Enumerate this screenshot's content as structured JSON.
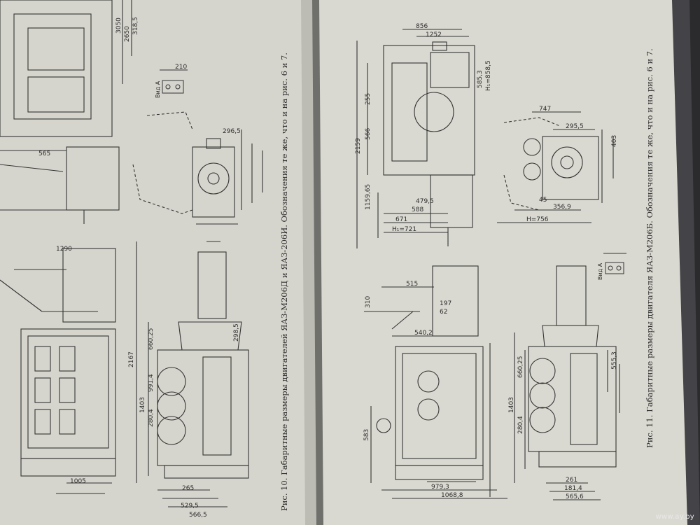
{
  "left_page": {
    "caption": "Рис. 10. Габаритные размеры двигателей ЯАЗ-М206Д и ЯАЗ-206И. Обозначения те же, что и на рис. 6 и 7.",
    "view_label": "Вид А",
    "labels": {
      "a1": "3050",
      "a2": "2650",
      "a3": "318,5",
      "b1": "565",
      "b2": "2167",
      "b3": "1403",
      "b4": "991,4",
      "b5": "660,25",
      "b6": "280,4",
      "b7": "529,5",
      "b8": "1290",
      "b9": "296,5",
      "b10": "298,5",
      "b11": "566,5",
      "b12": "265",
      "b13": "1005",
      "b14": "210"
    }
  },
  "right_page": {
    "caption": "Рис. 11. Габаритные размеры двигателя ЯАЗ-М206Б. Обозначения те же, что и на рис. 6 и 7.",
    "view_label": "Вид А",
    "labels": {
      "c1": "1252",
      "c2": "856",
      "c3": "2159",
      "c4": "1159,65",
      "c5": "566",
      "c6": "255",
      "c7": "588",
      "c8": "479,5",
      "c9": "671",
      "c10": "H₁=721",
      "c11": "585,3",
      "c12": "H₁=858,5",
      "d1": "747",
      "d2": "295,5",
      "d3": "403",
      "d4": "356,9",
      "d5": "H=756",
      "d6": "45",
      "e1": "515",
      "e2": "310",
      "e3": "197",
      "e4": "62",
      "e5": "540,2",
      "e6": "583",
      "e7": "979,3",
      "e8": "1068,8",
      "f1": "1403",
      "f2": "660,25",
      "f3": "280,4",
      "f4": "555,3",
      "f5": "565,6",
      "f6": "261",
      "f7": "181,4"
    }
  },
  "watermark": "www.ay.by"
}
